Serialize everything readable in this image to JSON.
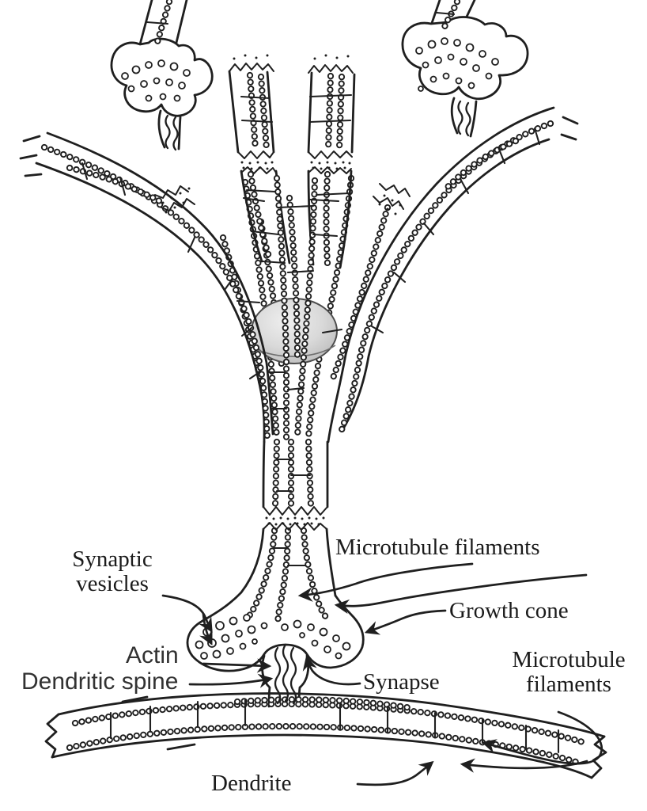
{
  "figure": {
    "type": "biology-diagram",
    "subject": "Neuronal growth cone forming a synapse on a dendritic spine",
    "colors": {
      "background": "#ffffff",
      "ink": "#1f1f1f",
      "organelle_fill": "#d9d9d9"
    },
    "labels": {
      "synaptic_vesicles": {
        "line1": "Synaptic",
        "line2": "vesicles"
      },
      "microtubule_filaments_top": "Microtubule filaments",
      "growth_cone": "Growth cone",
      "actin": "Actin",
      "dendritic_spine": "Dendritic spine",
      "synapse": "Synapse",
      "microtubule_filaments_right": {
        "line1": "Microtubule",
        "line2": "filaments"
      },
      "dendrite": "Dendrite"
    }
  }
}
